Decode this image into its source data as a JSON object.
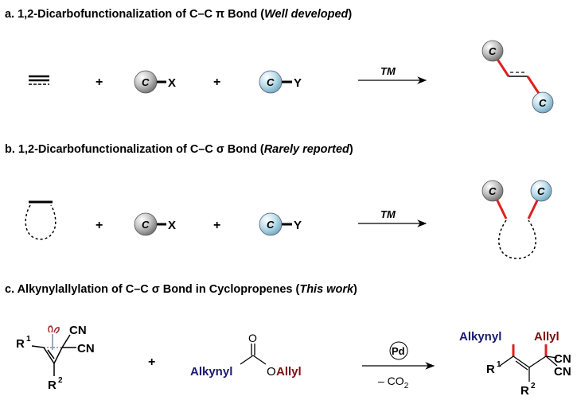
{
  "section_a": {
    "title_prefix": "a. 1,2-Dicarbofunctionalization of C–C π Bond (",
    "title_note": "Well developed",
    "title_suffix": ")",
    "reagent1_atom": "C",
    "reagent1_group": "X",
    "reagent2_atom": "C",
    "reagent2_group": "Y",
    "plus": "+",
    "catalyst": "TM",
    "product_atom1": "C",
    "product_atom2": "C"
  },
  "section_b": {
    "title_prefix": "b. 1,2-Dicarbofunctionalization of C–C σ Bond (",
    "title_note": "Rarely reported",
    "title_suffix": ")",
    "reagent1_atom": "C",
    "reagent1_group": "X",
    "reagent2_atom": "C",
    "reagent2_group": "Y",
    "plus": "+",
    "catalyst": "TM",
    "product_atom1": "C",
    "product_atom2": "C"
  },
  "section_c": {
    "title_prefix": "c. Alkynylallylation of C–C σ Bond in Cyclopropenes (",
    "title_note": "This work",
    "title_suffix": ")",
    "r1": "R",
    "r1_sup": "1",
    "r2": "R",
    "r2_sup": "2",
    "cn": "CN",
    "plus": "+",
    "carbonyl_o": "O",
    "alkynyl": "Alkynyl",
    "o": "O",
    "allyl": "Allyl",
    "catalyst": "Pd",
    "byproduct": "– CO",
    "byproduct_sub": "2"
  },
  "colors": {
    "gray_ball": "#9a9a9a",
    "blue_ball": "#9cc8da",
    "red_bond": "#e02020",
    "alkynyl": "#1a1a6e",
    "allyl": "#7a1010"
  }
}
